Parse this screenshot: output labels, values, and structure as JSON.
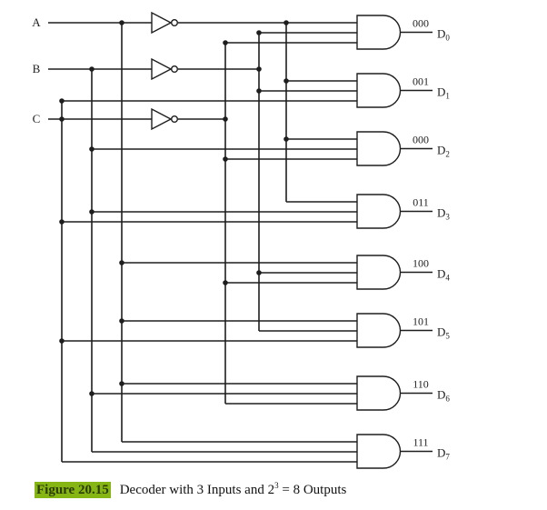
{
  "inputs": [
    "A",
    "B",
    "C"
  ],
  "outputs": [
    {
      "code": "000",
      "name": "D",
      "sub": "0",
      "terms": [
        "A'",
        "B'",
        "C'"
      ]
    },
    {
      "code": "001",
      "name": "D",
      "sub": "1",
      "terms": [
        "A'",
        "B'",
        "C"
      ]
    },
    {
      "code": "000",
      "name": "D",
      "sub": "2",
      "terms": [
        "A'",
        "B",
        "C'"
      ]
    },
    {
      "code": "011",
      "name": "D",
      "sub": "3",
      "terms": [
        "A'",
        "B",
        "C"
      ]
    },
    {
      "code": "100",
      "name": "D",
      "sub": "4",
      "terms": [
        "A",
        "B'",
        "C'"
      ]
    },
    {
      "code": "101",
      "name": "D",
      "sub": "5",
      "terms": [
        "A",
        "B'",
        "C"
      ]
    },
    {
      "code": "110",
      "name": "D",
      "sub": "6",
      "terms": [
        "A",
        "B",
        "C'"
      ]
    },
    {
      "code": "111",
      "name": "D",
      "sub": "7",
      "terms": [
        "A",
        "B",
        "C"
      ]
    }
  ],
  "caption": {
    "figure_number": "Figure 20.15",
    "text_before": "Decoder with 3 Inputs and 2",
    "superscript": "3",
    "text_after": " = 8 Outputs",
    "highlight_color": "#86b614"
  }
}
